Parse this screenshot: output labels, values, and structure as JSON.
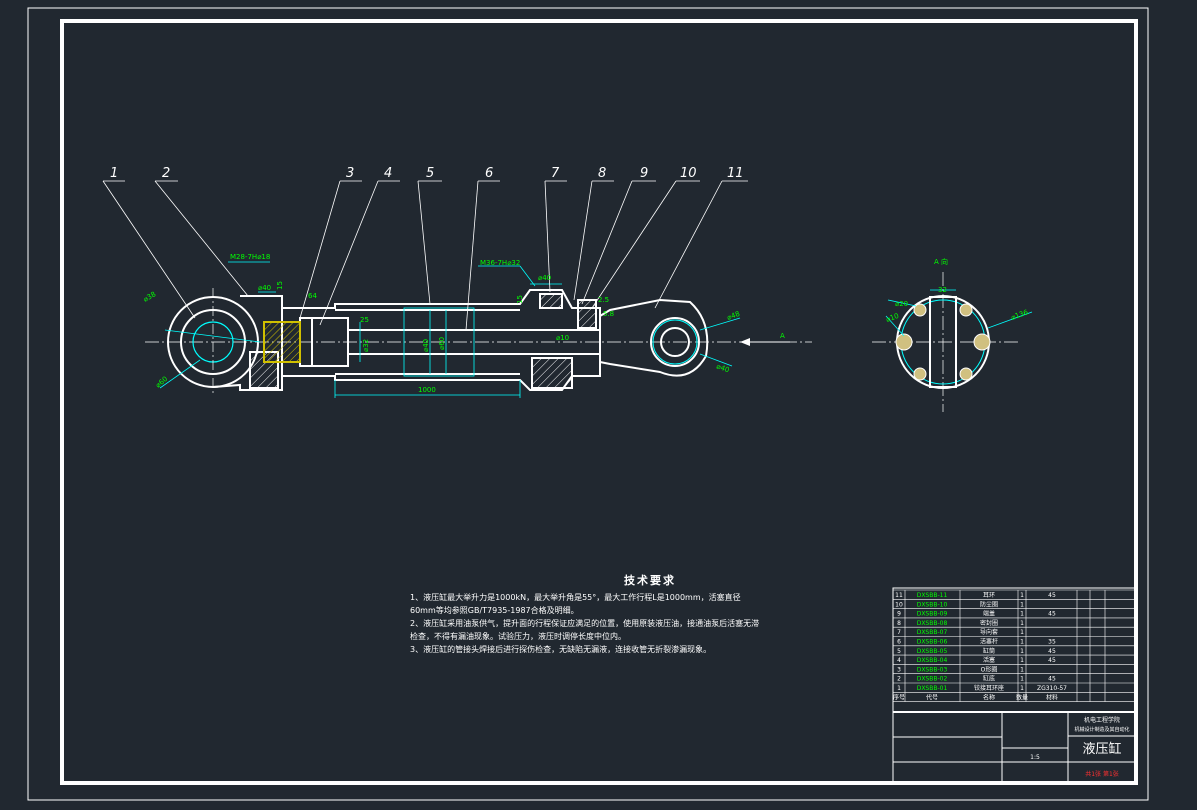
{
  "drawing": {
    "part_numbers": [
      "1",
      "2",
      "3",
      "4",
      "5",
      "6",
      "7",
      "8",
      "9",
      "10",
      "11"
    ],
    "view_label_left": "A",
    "view_label_right": "A 向",
    "dims_main": {
      "thread_left": "M28-7H⌀18",
      "thread_right": "M36-7H⌀32",
      "d40_left": "⌀40",
      "d38": "⌀38",
      "d60_left": "⌀60",
      "d15": "15",
      "d64": "64",
      "d25": "25",
      "d32": "⌀32",
      "d40_bore": "⌀40",
      "d60_bore": "⌀60",
      "length_1000": "1000",
      "d40_top": "⌀40",
      "d15_top": "15",
      "d10": "⌀10",
      "d2_5": "2.5",
      "d5_8": "5.8",
      "d48": "⌀48",
      "d40_right": "⌀40"
    },
    "dims_side": {
      "d32": "32",
      "d20": "⌀20",
      "d10": "⌀10",
      "d136": "⌀136"
    }
  },
  "tech_notes": {
    "title": "技术要求",
    "lines": [
      "1、液压缸最大举升力是1000kN，最大举升角是55°，最大工作行程L是1000mm，活塞直径",
      "60mm等均参照GB/T7935-1987合格及明细。",
      "2、液压缸采用油泵供气，提升面的行程保证应满足的位置，使用原装液压油，接通油泵后活塞无滞",
      "检查，不得有漏油现象。试验压力，液压时调停长度中位内。",
      "3、液压缸的管接头焊接后进行探伤检查，无缺陷无漏液，连接收管无折裂渗漏现象。"
    ]
  },
  "bom": {
    "rows": [
      {
        "no": "11",
        "code": "DXSBB-11",
        "name": "耳环",
        "qty": "1",
        "mat": "45"
      },
      {
        "no": "10",
        "code": "DXSBB-10",
        "name": "防尘圈",
        "qty": "1",
        "mat": ""
      },
      {
        "no": "9",
        "code": "DXSBB-09",
        "name": "端盖",
        "qty": "1",
        "mat": "45"
      },
      {
        "no": "8",
        "code": "DXSBB-08",
        "name": "密封圈",
        "qty": "1",
        "mat": ""
      },
      {
        "no": "7",
        "code": "DXSBB-07",
        "name": "导向套",
        "qty": "1",
        "mat": ""
      },
      {
        "no": "6",
        "code": "DXSBB-06",
        "name": "活塞杆",
        "qty": "1",
        "mat": "35"
      },
      {
        "no": "5",
        "code": "DXSBB-05",
        "name": "缸筒",
        "qty": "1",
        "mat": "45"
      },
      {
        "no": "4",
        "code": "DXSBB-04",
        "name": "活塞",
        "qty": "1",
        "mat": "45"
      },
      {
        "no": "3",
        "code": "DXSBB-03",
        "name": "O形圈",
        "qty": "1",
        "mat": ""
      },
      {
        "no": "2",
        "code": "DXSBB-02",
        "name": "缸底",
        "qty": "1",
        "mat": "45"
      },
      {
        "no": "1",
        "code": "DXSBB-01",
        "name": "铰接耳环座",
        "qty": "1",
        "mat": "ZG310-57"
      }
    ],
    "header": {
      "no": "序号",
      "code": "代号",
      "name": "名称",
      "qty": "数量",
      "mat": "材料"
    }
  },
  "title_block": {
    "school": "机电工程学院",
    "class_info": "机械设计制造及其自动化",
    "drawing_name": "液压缸",
    "sheet": "共1张 第1张",
    "scale": "1:5"
  },
  "colors": {
    "background": "#212830",
    "line": "#ffffff",
    "dimension": "#00ffff",
    "text_dim": "#00ff00",
    "hatch": "#ffff00",
    "red": "#ff3030"
  }
}
